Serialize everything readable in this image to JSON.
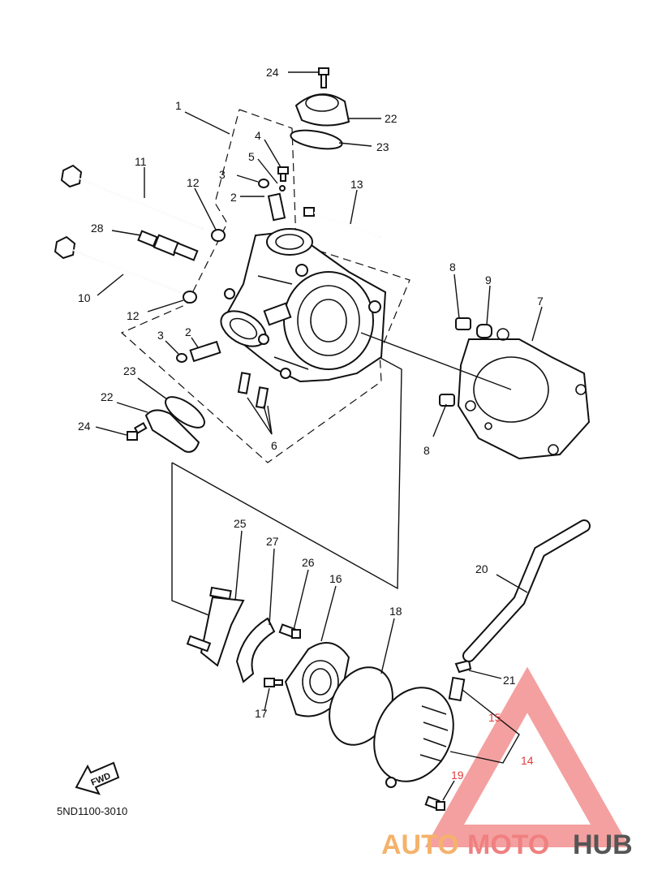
{
  "diagram_code": "5ND1100-3010",
  "fwd_label": "FWD",
  "watermark": {
    "part1": "AUTO",
    "part2": "MOTO",
    "part3": "HUB"
  },
  "callouts": [
    "24",
    "22",
    "23",
    "1",
    "4",
    "5",
    "3",
    "2",
    "11",
    "12",
    "13",
    "28",
    "8",
    "9",
    "7",
    "10",
    "12",
    "3",
    "2",
    "23",
    "22",
    "24",
    "6",
    "8",
    "25",
    "27",
    "26",
    "16",
    "18",
    "20",
    "21",
    "15",
    "14",
    "17",
    "19"
  ],
  "colors": {
    "ink": "#111111",
    "watermark_red": "#f08080",
    "watermark_orange": "#f5b26b",
    "watermark_gray": "#555555",
    "highlight_label": "#e23b3b"
  }
}
